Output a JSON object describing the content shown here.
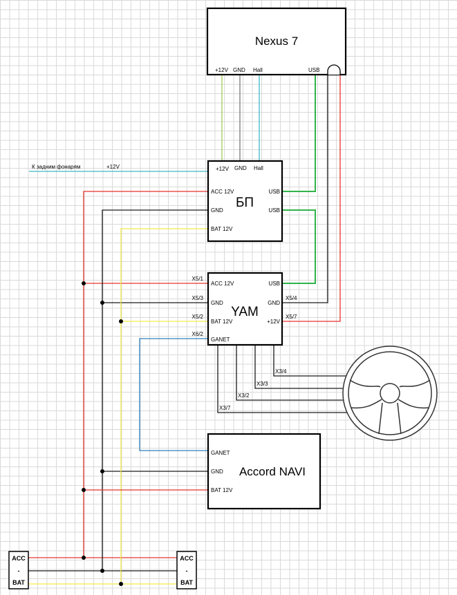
{
  "colors": {
    "red": "#e8332b",
    "black": "#1a1a1a",
    "yellow": "#f2e94a",
    "green": "#2fb34a",
    "lightgreen": "#9fd05a",
    "gray": "#7a7a7a",
    "cyan": "#3fb8c8",
    "blue": "#2f7fbf"
  },
  "nexus": {
    "title": "Nexus 7",
    "pin_12v": "+12V",
    "pin_gnd": "GND",
    "pin_hall": "Hall",
    "pin_usb": "USB"
  },
  "bp": {
    "title": "БП",
    "pin_12v": "+12V",
    "pin_gnd_top": "GND",
    "pin_hall": "Hall",
    "pin_acc": "ACC 12V",
    "pin_gnd": "GND",
    "pin_bat": "BAT 12V",
    "pin_usb1": "USB",
    "pin_usb2": "USB"
  },
  "rear_light": {
    "label": "К задним фонарям",
    "voltage": "+12V"
  },
  "yam": {
    "title": "YAM",
    "pin_acc": "ACC 12V",
    "pin_gnd": "GND",
    "pin_bat": "BAT 12V",
    "pin_ganet": "GANET",
    "pin_usb": "USB",
    "pin_gnd_r": "GND",
    "pin_12v_r": "+12V",
    "x5_1": "X5/1",
    "x5_3": "X5/3",
    "x5_2": "X5/2",
    "x6_2": "X6/2",
    "x5_4": "X5/4",
    "x5_7": "X5/7",
    "x3_4": "X3/4",
    "x3_3": "X3/3",
    "x3_2": "X3/2",
    "x3_7": "X3/7"
  },
  "navi": {
    "title": "Accord NAVI",
    "pin_ganet": "GANET",
    "pin_gnd": "GND",
    "pin_bat": "BAT 12V"
  },
  "left_conn": {
    "acc": "ACC",
    "dash": "-",
    "bat": "BAT"
  },
  "right_conn": {
    "acc": "ACC",
    "dash": "-",
    "bat": "BAT"
  }
}
